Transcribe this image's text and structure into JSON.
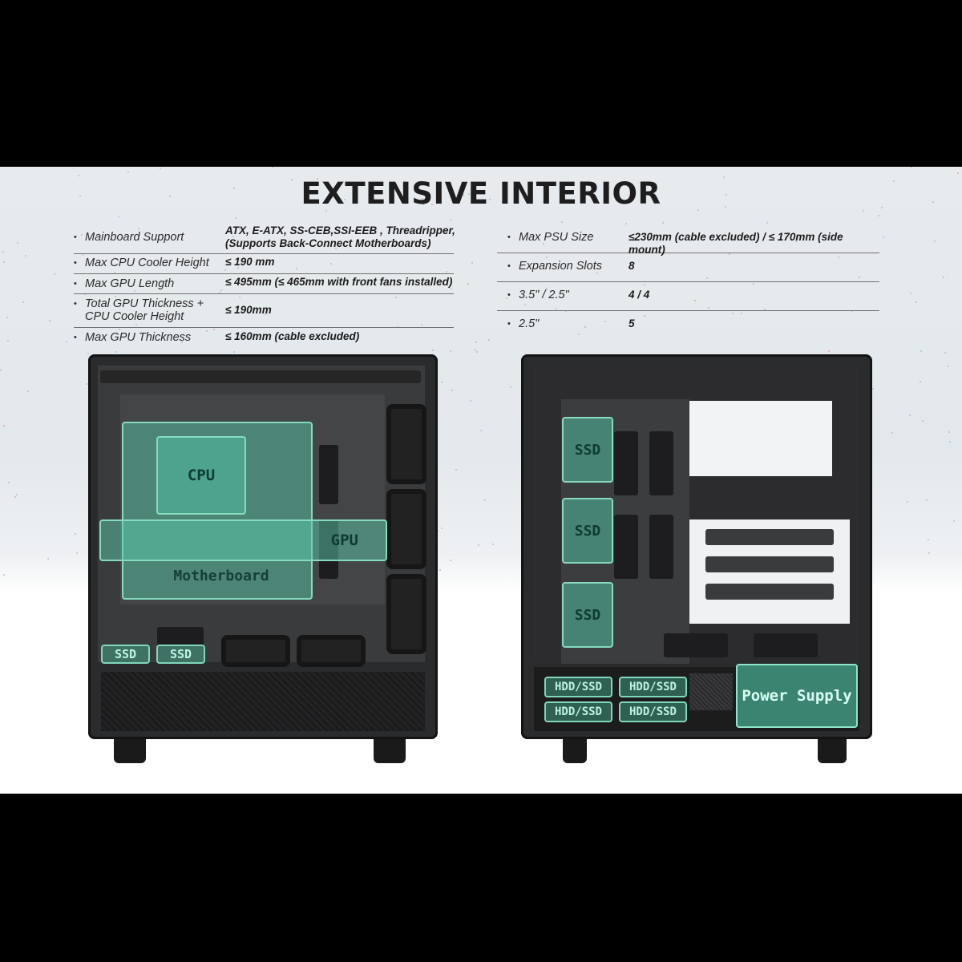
{
  "title": "EXTENSIVE INTERIOR",
  "specs_left": [
    {
      "label": "Mainboard Support",
      "value": "ATX, E-ATX, SS-CEB,SSI-EEB , Threadripper,\n(Supports Back-Connect Motherboards)"
    },
    {
      "label": "Max CPU Cooler Height",
      "value": "≤ 190 mm"
    },
    {
      "label": "Max GPU Length",
      "value": "≤ 495mm (≤ 465mm with front fans installed)"
    },
    {
      "label": "Total GPU Thickness +\nCPU Cooler Height",
      "value": "≤ 190mm"
    },
    {
      "label": "Max GPU Thickness",
      "value": "≤ 160mm (cable excluded)"
    }
  ],
  "specs_right": [
    {
      "label": "Max PSU Size",
      "value": "≤230mm (cable excluded) / ≤ 170mm (side mount)"
    },
    {
      "label": "Expansion Slots",
      "value": "8"
    },
    {
      "label": "3.5\" / 2.5\"",
      "value": "4 / 4"
    },
    {
      "label": "2.5\"",
      "value": "5"
    }
  ],
  "front_view": {
    "zones": {
      "cpu": "CPU",
      "gpu": "GPU",
      "motherboard": "Motherboard",
      "ssd_1": "SSD",
      "ssd_2": "SSD"
    }
  },
  "rear_view": {
    "zones": {
      "ssd_1": "SSD",
      "ssd_2": "SSD",
      "ssd_3": "SSD",
      "hdd_1": "HDD/SSD",
      "hdd_2": "HDD/SSD",
      "hdd_3": "HDD/SSD",
      "hdd_4": "HDD/SSD",
      "psu": "Power Supply"
    }
  },
  "colors": {
    "highlight": "#4ebea0",
    "highlight_border": "#86dbbf",
    "case": "#2a2b2d"
  }
}
